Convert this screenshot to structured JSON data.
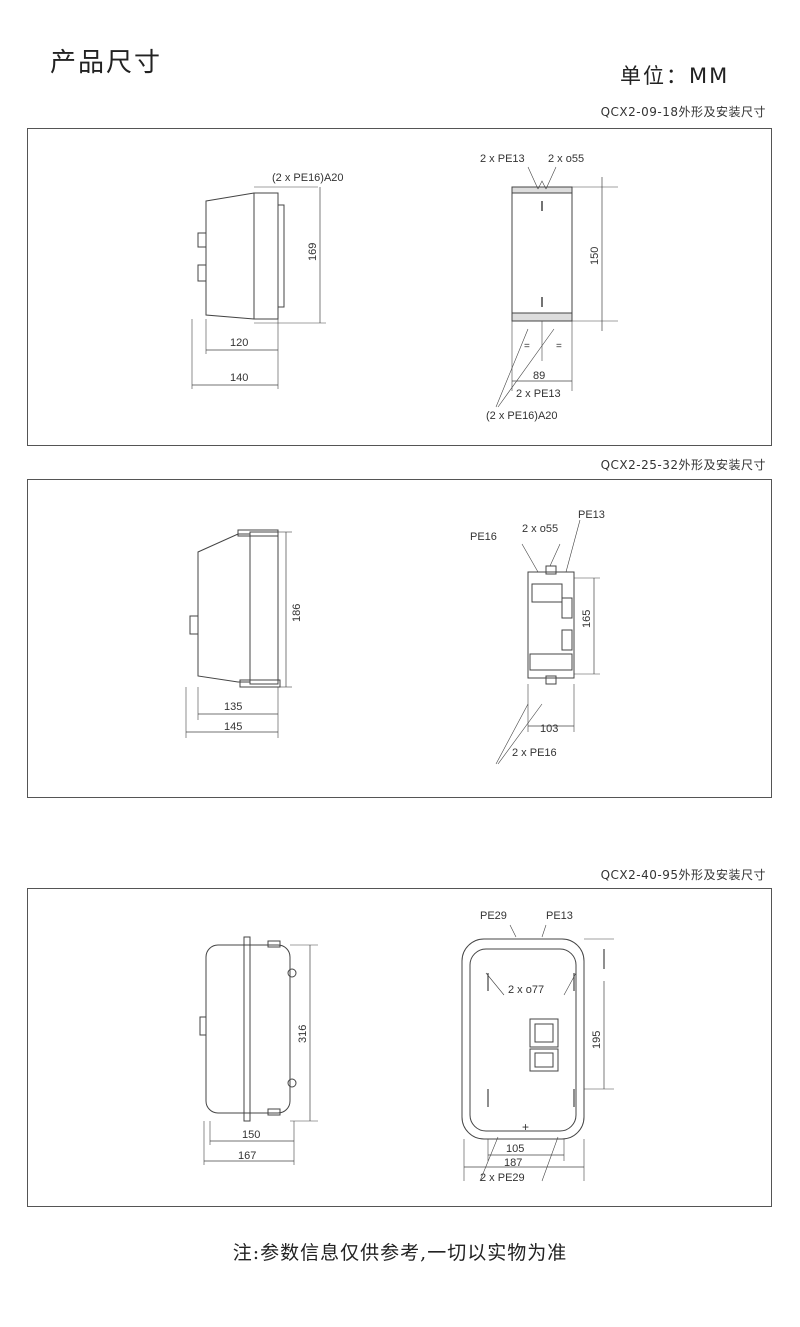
{
  "header": {
    "title": "产品尺寸",
    "unit": "单位：MM"
  },
  "diagrams": [
    {
      "caption": "QCX2-09-18外形及安装尺寸",
      "labels": {
        "side_top": "(2 x PE16)A20",
        "height": "169",
        "width_inner": "120",
        "width_outer": "140",
        "front_top_left": "2 x PE13",
        "front_top_right": "2 x o55",
        "front_height": "150",
        "front_width": "89",
        "front_bottom_1": "2 x PE13",
        "front_bottom_2": "(2 x PE16)A20",
        "eq": "="
      }
    },
    {
      "caption": "QCX2-25-32外形及安装尺寸",
      "labels": {
        "height": "186",
        "width_inner": "135",
        "width_outer": "145",
        "front_left": "PE16",
        "front_mid": "2 x o55",
        "front_right": "PE13",
        "front_height": "165",
        "front_width": "103",
        "front_bottom": "2 x PE16"
      }
    },
    {
      "caption": "QCX2-40-95外形及安装尺寸",
      "labels": {
        "height": "316",
        "width_inner": "150",
        "width_outer": "167",
        "front_top_left": "PE29",
        "front_top_right": "PE13",
        "front_mid": "2 x o77",
        "front_height": "195",
        "front_width_inner": "105",
        "front_width_outer": "187",
        "front_bottom": "2 x PE29",
        "plus": "+"
      }
    }
  ],
  "footer": {
    "note": "注:参数信息仅供参考,一切以实物为准"
  }
}
